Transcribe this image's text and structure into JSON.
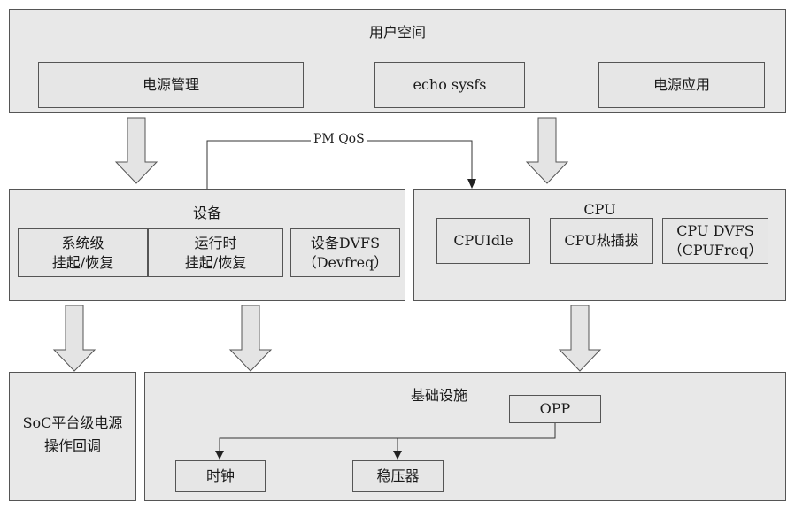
{
  "user_space": {
    "title": "用户空间",
    "items": [
      "电源管理",
      "echo sysfs",
      "电源应用"
    ]
  },
  "pm_qos": "PM QoS",
  "device": {
    "title": "设备",
    "items": [
      "系统级\n挂起/恢复",
      "运行时\n挂起/恢复",
      "设备DVFS\n（Devfreq）"
    ]
  },
  "cpu": {
    "title": "CPU",
    "items": [
      "CPUIdle",
      "CPU热插拔",
      "CPU DVFS\n（CPUFreq）"
    ]
  },
  "soc": {
    "label": "SoC平台级电源\n操作回调"
  },
  "infra": {
    "title": "基础设施",
    "opp": "OPP",
    "clock": "时钟",
    "regulator": "稳压器"
  }
}
